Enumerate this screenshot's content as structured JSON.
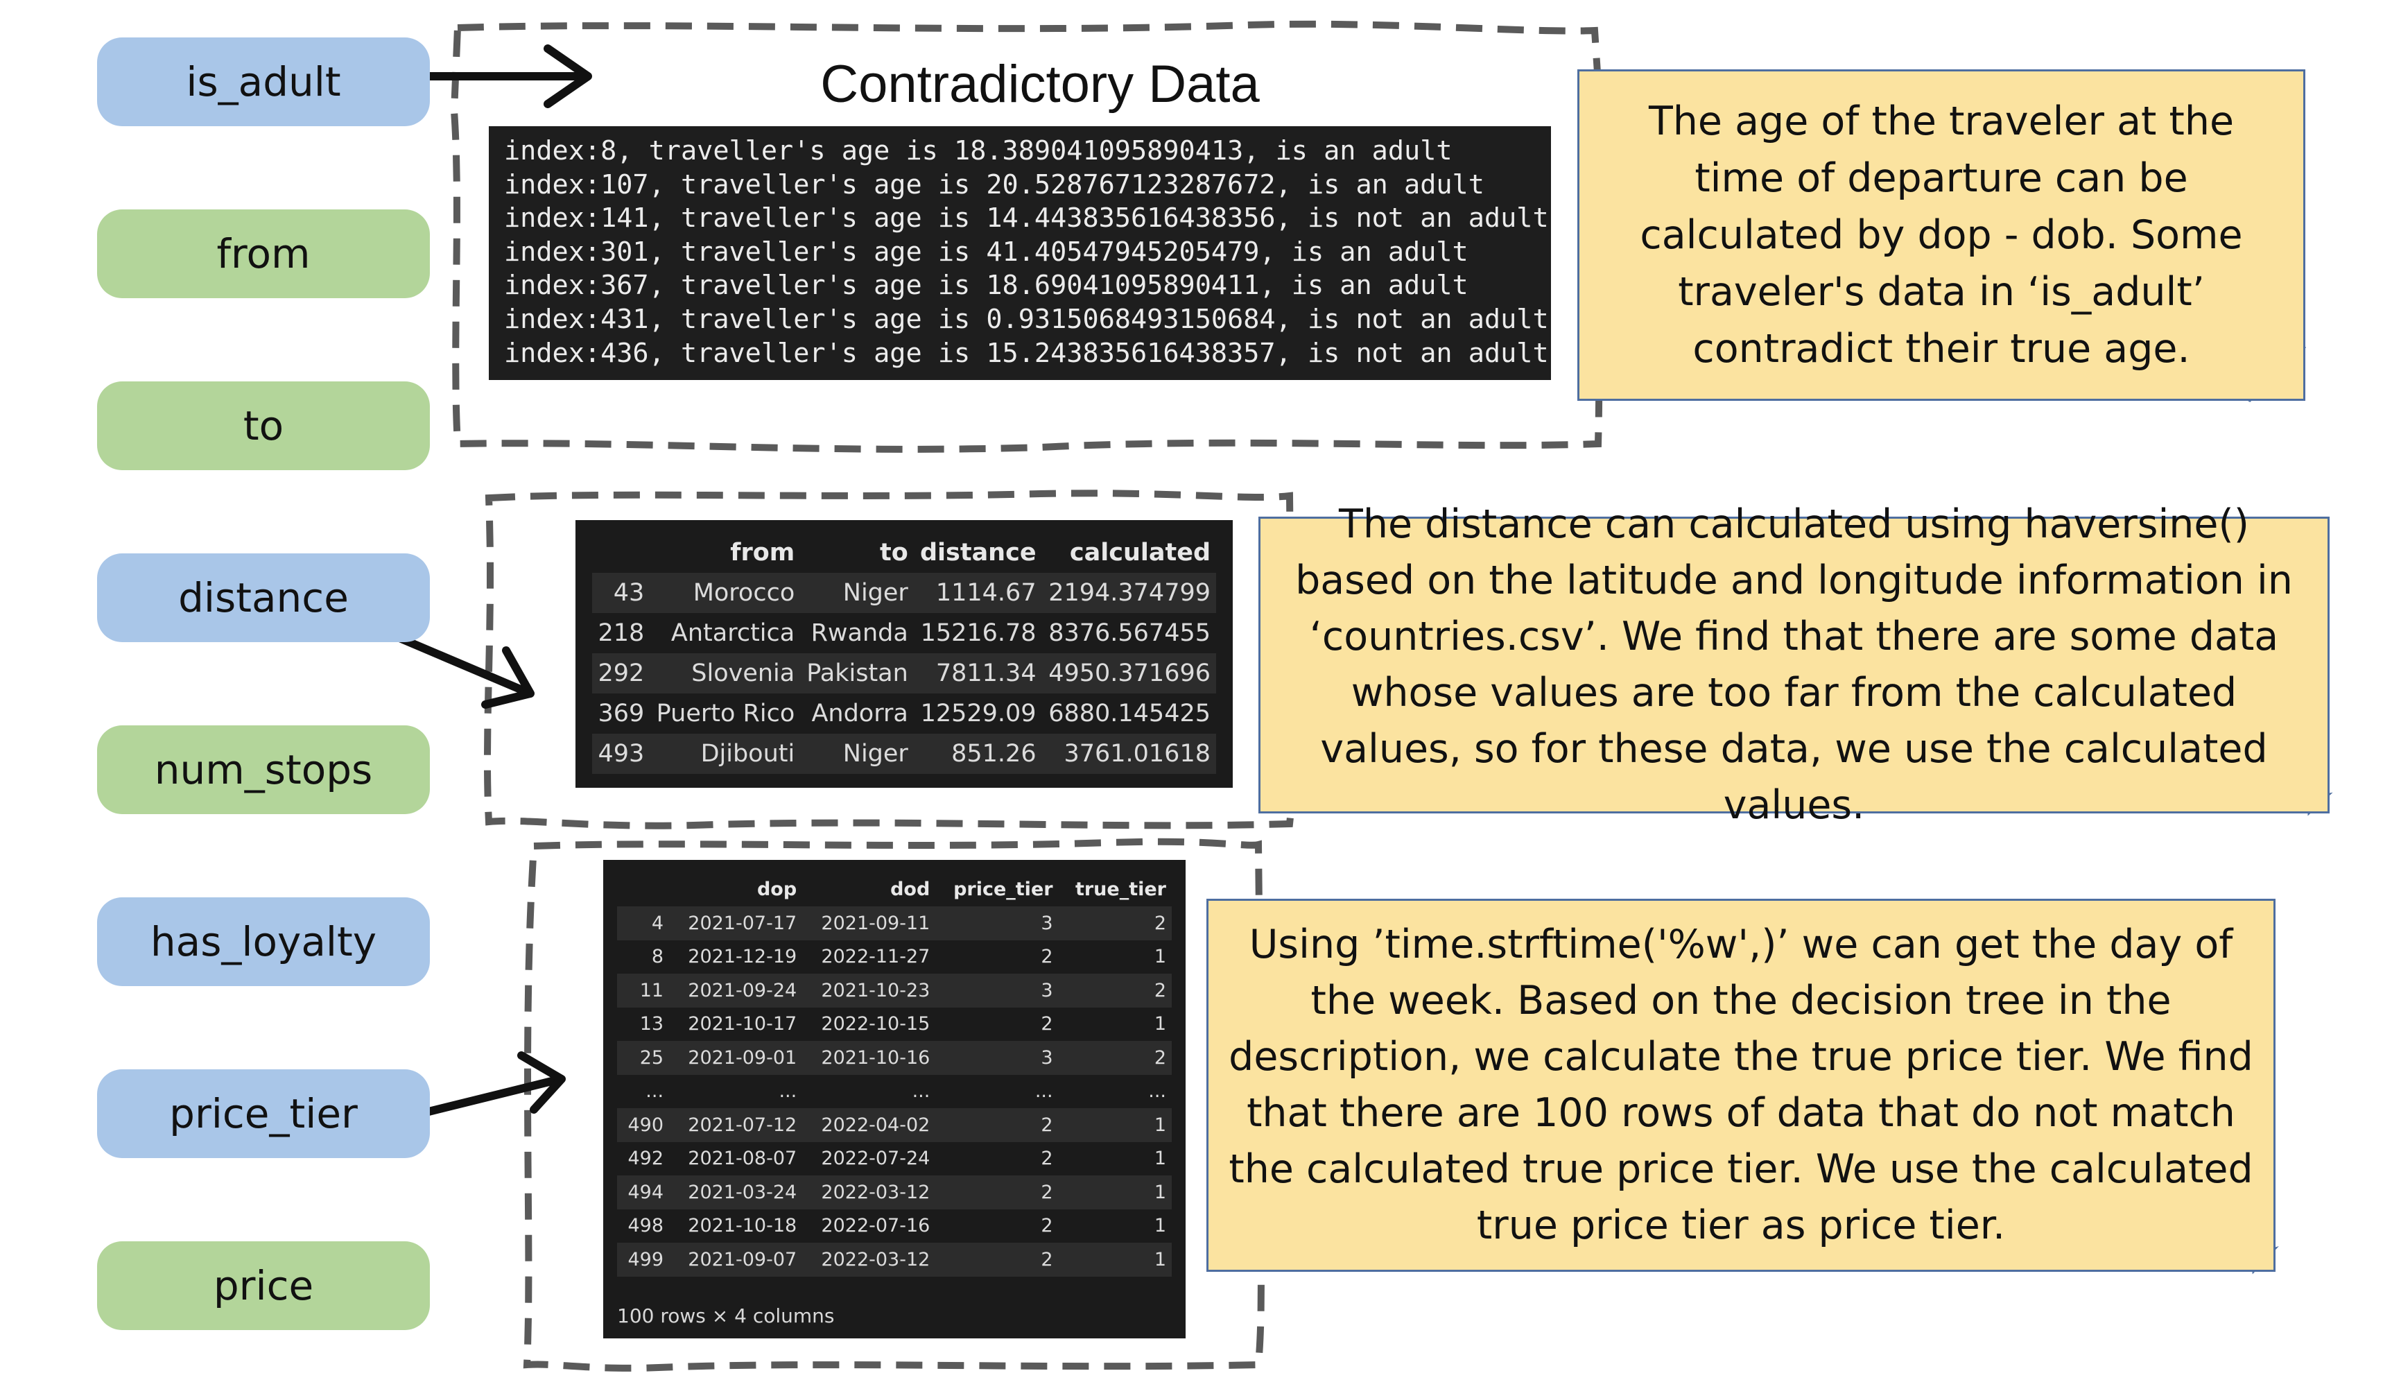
{
  "pills": [
    {
      "label": "is_adult",
      "color": "#a9c6e8"
    },
    {
      "label": "from",
      "color": "#b3d59a"
    },
    {
      "label": "to",
      "color": "#b3d59a"
    },
    {
      "label": "distance",
      "color": "#a9c6e8"
    },
    {
      "label": "num_stops",
      "color": "#b3d59a"
    },
    {
      "label": "has_loyalty",
      "color": "#a9c6e8"
    },
    {
      "label": "price_tier",
      "color": "#a9c6e8"
    },
    {
      "label": "price",
      "color": "#b3d59a"
    }
  ],
  "contradictory": {
    "title": "Contradictory Data",
    "lines": [
      "index:8, traveller's age is 18.389041095890413, is an adult",
      "index:107, traveller's age is 20.528767123287672, is an adult",
      "index:141, traveller's age is 14.443835616438356, is not an adult",
      "index:301, traveller's age is 41.40547945205479, is an adult",
      "index:367, traveller's age is 18.69041095890411, is an adult",
      "index:431, traveller's age is 0.9315068493150684, is not an adult",
      "index:436, traveller's age is 15.243835616438357, is not an adult"
    ]
  },
  "distance_table": {
    "columns": [
      "",
      "from",
      "to",
      "distance",
      "calculated"
    ],
    "rows": [
      [
        "43",
        "Morocco",
        "Niger",
        "1114.67",
        "2194.374799"
      ],
      [
        "218",
        "Antarctica",
        "Rwanda",
        "15216.78",
        "8376.567455"
      ],
      [
        "292",
        "Slovenia",
        "Pakistan",
        "7811.34",
        "4950.371696"
      ],
      [
        "369",
        "Puerto Rico",
        "Andorra",
        "12529.09",
        "6880.145425"
      ],
      [
        "493",
        "Djibouti",
        "Niger",
        "851.26",
        "3761.01618"
      ]
    ]
  },
  "price_table": {
    "columns": [
      "",
      "dop",
      "dod",
      "price_tier",
      "true_tier"
    ],
    "rows": [
      [
        "4",
        "2021-07-17",
        "2021-09-11",
        "3",
        "2"
      ],
      [
        "8",
        "2021-12-19",
        "2022-11-27",
        "2",
        "1"
      ],
      [
        "11",
        "2021-09-24",
        "2021-10-23",
        "3",
        "2"
      ],
      [
        "13",
        "2021-10-17",
        "2022-10-15",
        "2",
        "1"
      ],
      [
        "25",
        "2021-09-01",
        "2021-10-16",
        "3",
        "2"
      ],
      [
        "...",
        "...",
        "...",
        "...",
        "..."
      ],
      [
        "490",
        "2021-07-12",
        "2022-04-02",
        "2",
        "1"
      ],
      [
        "492",
        "2021-08-07",
        "2022-07-24",
        "2",
        "1"
      ],
      [
        "494",
        "2021-03-24",
        "2022-03-12",
        "2",
        "1"
      ],
      [
        "498",
        "2021-10-18",
        "2022-07-16",
        "2",
        "1"
      ],
      [
        "499",
        "2021-09-07",
        "2022-03-12",
        "2",
        "1"
      ]
    ],
    "footer": "100 rows × 4 columns"
  },
  "notes": {
    "age": "The age of the traveler at the time of departure can be calculated by dop - dob. Some traveler's data in ‘is_adult’ contradict their true age.",
    "distance": "The distance can calculated using haversine() based on the latitude and longitude information in ‘countries.csv’. We find that there are some data whose values are too far from the calculated values, so for these data, we use the calculated values.",
    "price": "Using ’time.strftime('%w',)’ we can get the day of the week. Based on the decision tree in the description, we calculate the true price tier. We find that there are 100 rows of data that do not match the calculated true price tier. We use the calculated true price tier as price tier."
  }
}
